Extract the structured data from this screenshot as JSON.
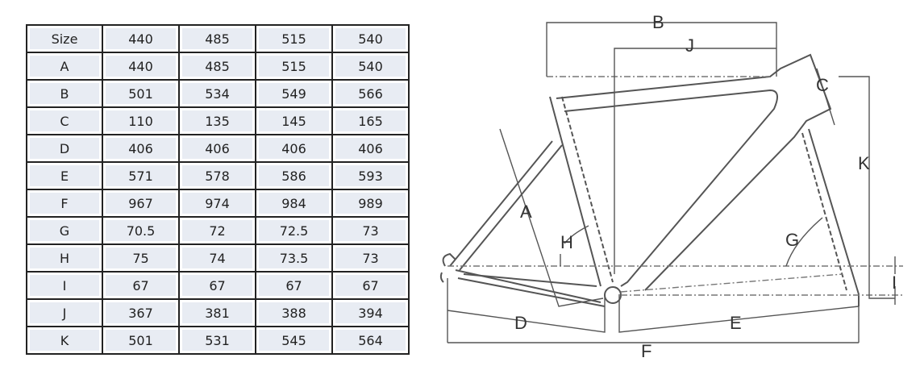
{
  "table": {
    "header": [
      "Size",
      "440",
      "485",
      "515",
      "540"
    ],
    "rows": [
      [
        "A",
        "440",
        "485",
        "515",
        "540"
      ],
      [
        "B",
        "501",
        "534",
        "549",
        "566"
      ],
      [
        "C",
        "110",
        "135",
        "145",
        "165"
      ],
      [
        "D",
        "406",
        "406",
        "406",
        "406"
      ],
      [
        "E",
        "571",
        "578",
        "586",
        "593"
      ],
      [
        "F",
        "967",
        "974",
        "984",
        "989"
      ],
      [
        "G",
        "70.5",
        "72",
        "72.5",
        "73"
      ],
      [
        "H",
        "75",
        "74",
        "73.5",
        "73"
      ],
      [
        "I",
        "67",
        "67",
        "67",
        "67"
      ],
      [
        "J",
        "367",
        "381",
        "388",
        "394"
      ],
      [
        "K",
        "501",
        "531",
        "545",
        "564"
      ]
    ]
  },
  "diagram": {
    "labels": {
      "A": "A",
      "B": "B",
      "C": "C",
      "D": "D",
      "E": "E",
      "F": "F",
      "G": "G",
      "H": "H",
      "I": "I",
      "J": "J",
      "K": "K"
    },
    "line_color": "#555555"
  }
}
